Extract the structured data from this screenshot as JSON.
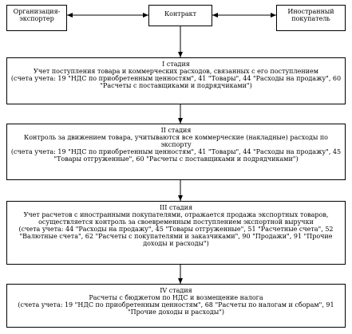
{
  "nodes": {
    "exporter": "Организация-экспортер",
    "contract": "Контракт",
    "buyer": "Иностранный покупатель"
  },
  "stages": [
    {
      "title": "I стадия",
      "body": "Учет поступления товара и коммерческих расходов, связанных с его поступлением",
      "accounts": "(счета учета: 19 \"НДС по приобретенным ценностям\", 41 \"Товары\", 44 \"Расходы на продажу\", 60 \"Расчеты с поставщиками и подрядчиками\")"
    },
    {
      "title": "II стадия",
      "body": "Контроль за движением товара, учитываются все коммерческие (накладные) расходы по экспорту",
      "accounts": "(счета учета: 19 \"НДС по приобретенным ценностям\", 41 \"Товары\", 44 \"Расходы на продажу\", 45 \"Товары отгруженные\", 60 \"Расчеты с поставщиками и подрядчиками\")"
    },
    {
      "title": "III стадия",
      "body": "Учет расчетов с иностранными покупателями, отражается продажа экспортных товаров, осуществляется контроль за своевременным поступлением экспортной выручки",
      "accounts": "(счета учета: 44 \"Расходы на продажу\", 45 \"Товары отгруженные\", 51 \"Расчетные счета\", 52 \"Валютные счета\", 62 \"Расчеты с покупателями и заказчиками\", 90 \"Продажи\", 91 \"Прочие доходы и расходы\")"
    },
    {
      "title": "IV стадия",
      "body": "Расчеты с бюджетом по НДС и возмещение налога",
      "accounts": "(счета учета: 19 \"НДС по приобретенным ценностям\", 68 \"Расчеты по налогам и сборам\", 91 \"Прочие доходы и расходы\")"
    }
  ]
}
